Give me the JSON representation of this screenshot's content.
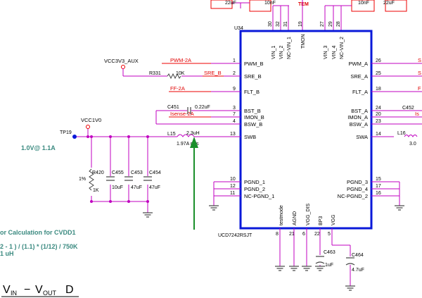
{
  "schematic": {
    "ic": {
      "ref": "U34",
      "part": "UCD7242RSJT",
      "left_pins": [
        {
          "num": "1",
          "name": "PWM_B",
          "net": "PWM-2A"
        },
        {
          "num": "2",
          "name": "SRE_B",
          "net": "SRE_B"
        },
        {
          "num": "9",
          "name": "FLT_B",
          "net": "FF-2A"
        },
        {
          "num": "7",
          "name": "IMON_B",
          "net": "Isense-2A"
        },
        {
          "num": "3",
          "name": "BST_B",
          "net": ""
        },
        {
          "num": "4",
          "name": "BSW_B",
          "net": ""
        },
        {
          "num": "13",
          "name": "SWB",
          "net": ""
        },
        {
          "num": "10",
          "name": "PGND_1",
          "net": ""
        },
        {
          "num": "12",
          "name": "PGND_2",
          "net": ""
        },
        {
          "num": "11",
          "name": "NC-PGND_1",
          "net": ""
        }
      ],
      "right_pins": [
        {
          "num": "26",
          "name": "PWM_A"
        },
        {
          "num": "25",
          "name": "SRE_A"
        },
        {
          "num": "18",
          "name": "FLT_A"
        },
        {
          "num": "20",
          "name": "IMON_A"
        },
        {
          "num": "24",
          "name": "BST_A"
        },
        {
          "num": "23",
          "name": "BSW_A"
        },
        {
          "num": "14",
          "name": "SWA"
        },
        {
          "num": "15",
          "name": "PGND_3"
        },
        {
          "num": "17",
          "name": "PGND_4"
        },
        {
          "num": "16",
          "name": "NC-PGND_2"
        }
      ],
      "top_pins": [
        {
          "num": "30",
          "name": "VIN_1"
        },
        {
          "num": "32",
          "name": "VIN_2"
        },
        {
          "num": "31",
          "name": "NC-VIN_1"
        },
        {
          "num": "19",
          "name": "TMON"
        },
        {
          "num": "27",
          "name": "VIN_3"
        },
        {
          "num": "29",
          "name": "VIN_4"
        },
        {
          "num": "28",
          "name": "NC-VIN_2"
        }
      ],
      "bottom_pins": [
        {
          "num": "8",
          "name": "testmode"
        },
        {
          "num": "21",
          "name": "AGND"
        },
        {
          "num": "6",
          "name": "VGG_DIS"
        },
        {
          "num": "22",
          "name": "BP3"
        },
        {
          "num": "5",
          "name": "VGG"
        }
      ]
    },
    "top_caps": {
      "left_a": "22uF",
      "left_b": "10nF",
      "right_a": "10nF",
      "right_b": "22uF",
      "tmon_net": "TEM"
    },
    "components": {
      "vcc3v3": "VCC3V3_AUX",
      "r331_ref": "R331",
      "r331_val": "10K",
      "c451_ref": "C451",
      "c451_val": "0.22uF",
      "l15_ref": "L15",
      "l15_val": "2.3uH",
      "l15_note": "1.97A rms",
      "vcc1v0": "VCC1V0",
      "tp19": "TP19",
      "r420_ref": "R420",
      "r420_tol": "1%",
      "r420_val": "1K",
      "c455_ref": "C455",
      "c455_val": "10uF",
      "c453_ref": "C453",
      "c453_val": "47uF",
      "c454_ref": "C454",
      "c454_val": "47uF",
      "c463_ref": "C463",
      "c463_val": "1uF",
      "c464_ref": "C464",
      "c464_val": "4.7uF",
      "c452_ref": "C452",
      "l16_ref": "L16",
      "l16_val": "3.0",
      "rail_note": "1.0V@ 1.1A",
      "right_net_s1": "S",
      "right_net_s2": "S",
      "right_net_f": "F",
      "right_net_is": "Is"
    },
    "notes": {
      "calc_title": "or Calculation for CVDD1",
      "calc_line1": "2 - 1 ) / (1.1) * (1/12) / 750K",
      "calc_line2": "1 uH",
      "formula_vin": "V",
      "formula_vin_sub": "IN",
      "formula_minus": "−",
      "formula_vout": "V",
      "formula_vout_sub": "OUT",
      "formula_d": "D"
    }
  }
}
